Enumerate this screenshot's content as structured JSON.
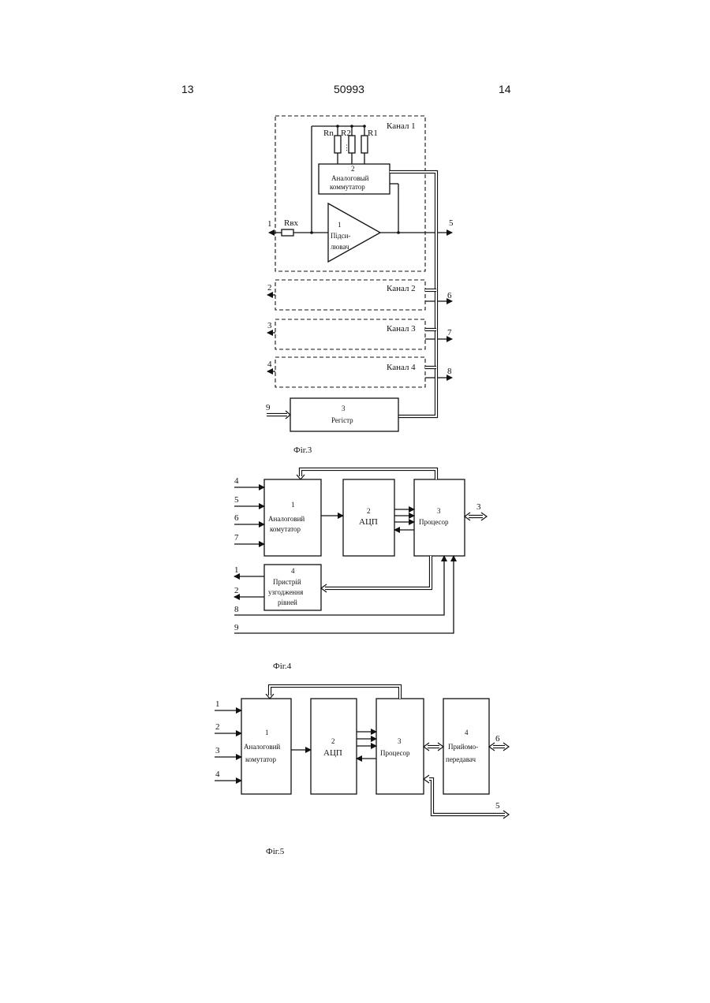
{
  "header": {
    "left_page": "13",
    "doc_number": "50993",
    "right_page": "14"
  },
  "fig3": {
    "caption": "Фіг.3",
    "channel1": "Канал 1",
    "channel2": "Канал 2",
    "channel3": "Канал 3",
    "channel4": "Канал 4",
    "r_labels": [
      "Rn",
      "R2",
      "R1"
    ],
    "r_dots": "⋮",
    "rin": "Rвх",
    "mux_num": "2",
    "mux_line1": "Аналоговый",
    "mux_line2": "коммутатор",
    "amp_num": "1",
    "amp_line1": "Підси-",
    "amp_line2": "лювач",
    "reg_num": "3",
    "reg_label": "Регістр",
    "pins": [
      "1",
      "2",
      "3",
      "4",
      "5",
      "6",
      "7",
      "8",
      "9"
    ]
  },
  "fig4": {
    "caption": "Фіг.4",
    "mux_num": "1",
    "mux_line1": "Аналоговий",
    "mux_line2": "комутатор",
    "adc_num": "2",
    "adc_label": "АЦП",
    "cpu_num": "3",
    "cpu_label": "Процесор",
    "lvl_num": "4",
    "lvl_line1": "Пристрій",
    "lvl_line2": "узгодження",
    "lvl_line3": "рівней",
    "pins": [
      "4",
      "5",
      "6",
      "7",
      "1",
      "2",
      "8",
      "9",
      "3"
    ]
  },
  "fig5": {
    "caption": "Фіг.5",
    "mux_num": "1",
    "mux_line1": "Аналоговий",
    "mux_line2": "комутатор",
    "adc_num": "2",
    "adc_label": "АЦП",
    "cpu_num": "3",
    "cpu_label": "Процесор",
    "trx_num": "4",
    "trx_line1": "Прийомо-",
    "trx_line2": "передавач",
    "pins": [
      "1",
      "2",
      "3",
      "4",
      "6",
      "5"
    ]
  }
}
